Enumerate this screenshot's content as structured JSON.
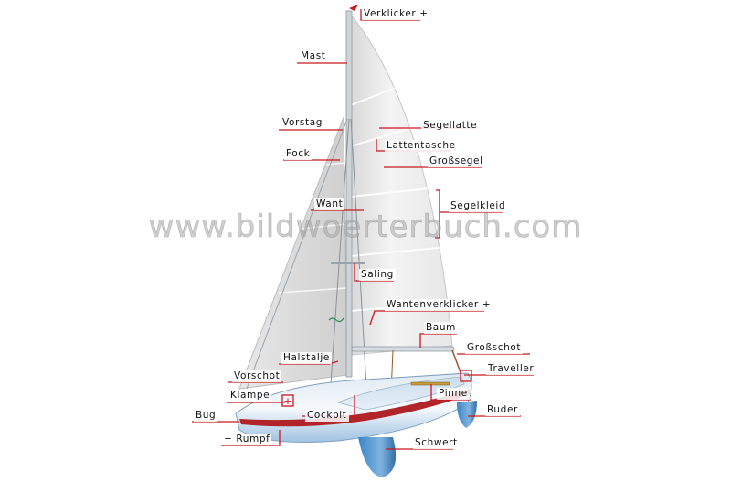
{
  "diagram": {
    "subject": "sailboat",
    "watermark": "www.bildwoerterbuch.com",
    "accent_color": "#c8191e",
    "labels": [
      {
        "id": "verklicker",
        "text": "Verklicker +",
        "expandable": true
      },
      {
        "id": "mast",
        "text": "Mast"
      },
      {
        "id": "vorstag",
        "text": "Vorstag"
      },
      {
        "id": "segellatte",
        "text": "Segellatte"
      },
      {
        "id": "lattentasche",
        "text": "Lattentasche"
      },
      {
        "id": "fock",
        "text": "Fock"
      },
      {
        "id": "grosssegel",
        "text": "Großsegel"
      },
      {
        "id": "want",
        "text": "Want"
      },
      {
        "id": "segelkleid",
        "text": "Segelkleid"
      },
      {
        "id": "saling",
        "text": "Saling"
      },
      {
        "id": "wantenverklicker",
        "text": "Wantenverklicker +",
        "expandable": true
      },
      {
        "id": "baum",
        "text": "Baum"
      },
      {
        "id": "halstalje",
        "text": "Halstalje"
      },
      {
        "id": "grossschot",
        "text": "Großschot"
      },
      {
        "id": "vorschot",
        "text": "Vorschot"
      },
      {
        "id": "traveller",
        "text": "Traveller"
      },
      {
        "id": "klampe",
        "text": "Klampe"
      },
      {
        "id": "pinne",
        "text": "Pinne"
      },
      {
        "id": "bug",
        "text": "Bug"
      },
      {
        "id": "cockpit",
        "text": "Cockpit"
      },
      {
        "id": "ruder",
        "text": "Ruder"
      },
      {
        "id": "rumpf",
        "text": "+ Rumpf",
        "expandable": true
      },
      {
        "id": "schwert",
        "text": "Schwert"
      }
    ]
  }
}
